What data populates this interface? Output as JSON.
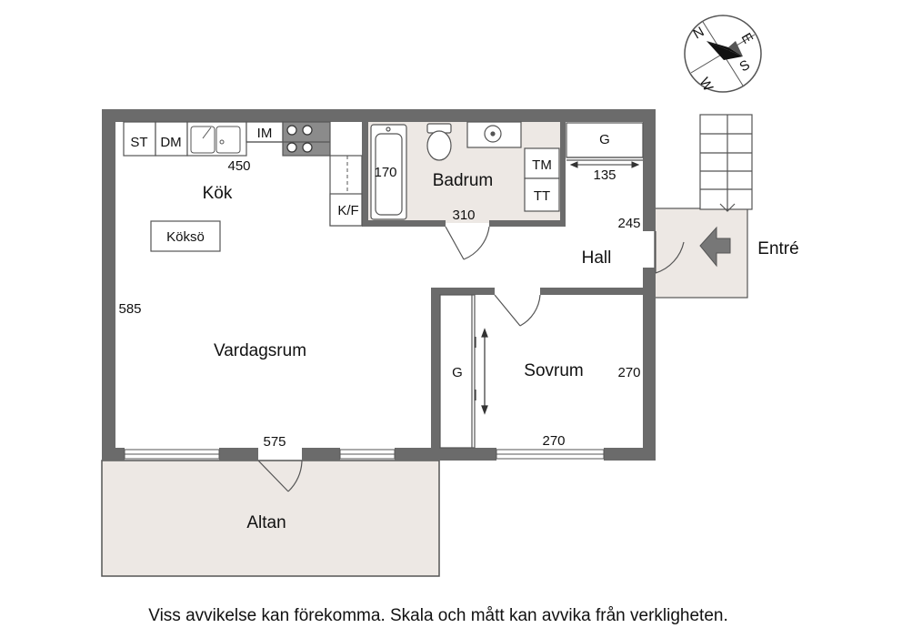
{
  "rooms": {
    "kok": "Kök",
    "koksö": "Köksö",
    "vardagsrum": "Vardagsrum",
    "badrum": "Badrum",
    "hall": "Hall",
    "sovrum": "Sovrum",
    "altan": "Altan",
    "entre": "Entré"
  },
  "fixtures": {
    "st": "ST",
    "dm": "DM",
    "im": "IM",
    "kf": "K/F",
    "tm": "TM",
    "tt": "TT",
    "g_hall": "G",
    "g_sovrum": "G"
  },
  "dimensions": {
    "kok_width": "450",
    "bath_tub": "170",
    "bath_width": "310",
    "hall_closet": "135",
    "hall_depth": "245",
    "living_depth": "585",
    "living_width": "575",
    "bedroom_depth": "270",
    "bedroom_width": "270"
  },
  "compass": {
    "n": "N",
    "e": "E",
    "s": "S",
    "w": "W"
  },
  "disclaimer": "Viss avvikelse kan förekomma. Skala och mått kan avvika från verkligheten."
}
